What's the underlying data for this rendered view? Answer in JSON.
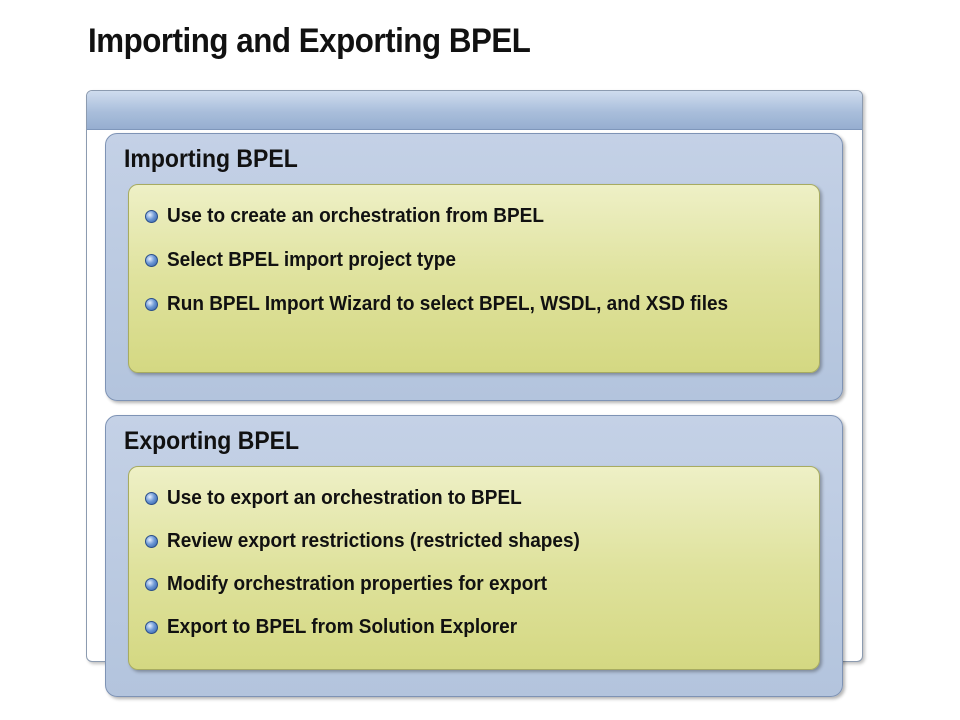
{
  "slide": {
    "title": "Importing and Exporting BPEL"
  },
  "sections": [
    {
      "title": "Importing BPEL",
      "bullets": [
        "Use to create an orchestration from BPEL",
        "Select BPEL import project type",
        "Run BPEL Import Wizard to select BPEL, WSDL, and XSD files"
      ]
    },
    {
      "title": "Exporting BPEL",
      "bullets": [
        "Use to export an orchestration to BPEL",
        "Review export restrictions (restricted shapes)",
        "Modify orchestration properties for export",
        "Export to BPEL from Solution Explorer"
      ]
    }
  ],
  "colors": {
    "section_blue": "#b3c4dd",
    "inner_yellow": "#dfe29d",
    "bullet_blue": "#6f9ad6"
  },
  "icons": {
    "bullet": "blue-sphere-bullet-icon"
  }
}
